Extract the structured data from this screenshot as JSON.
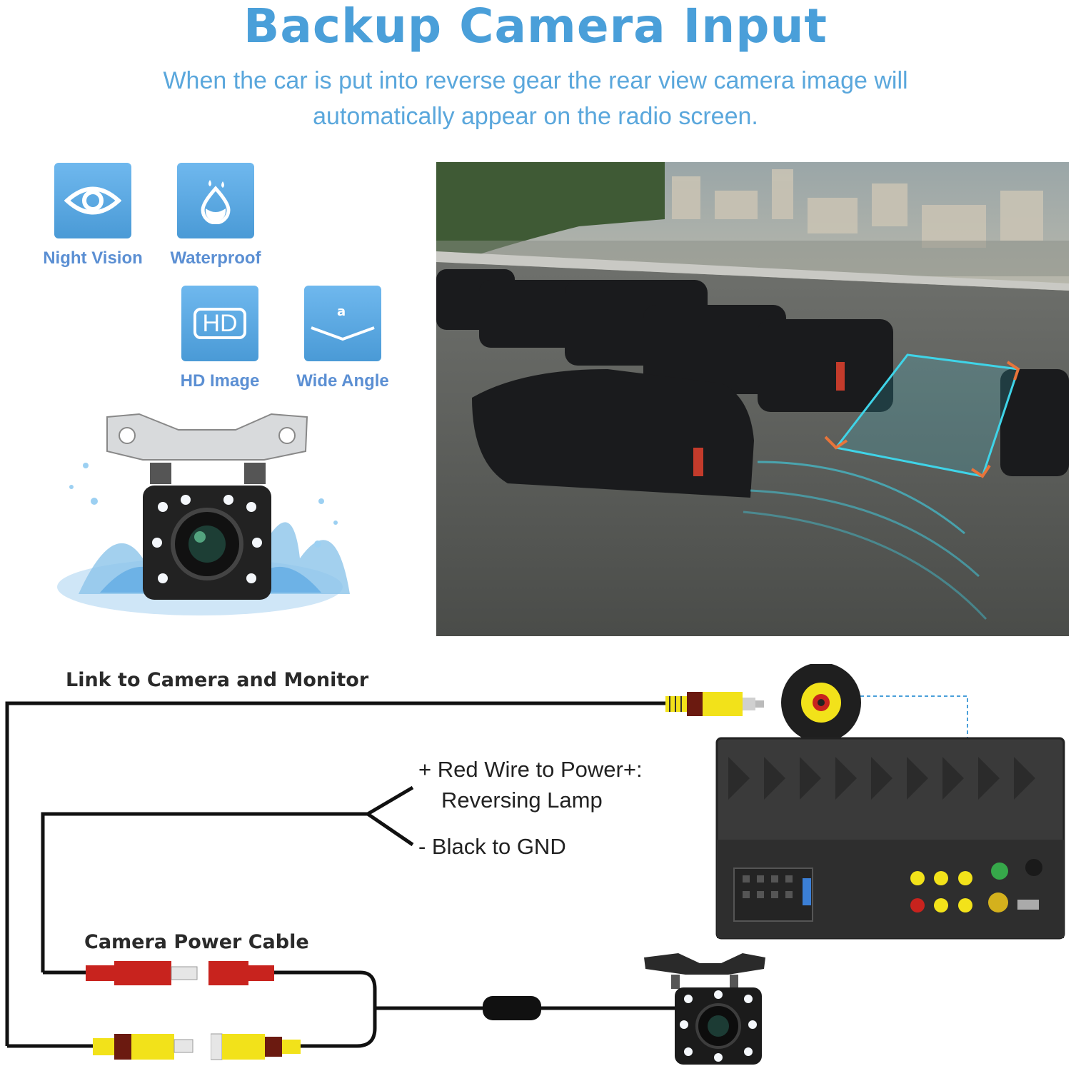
{
  "header": {
    "title": "Backup Camera Input",
    "subtitle_line1": "When the car is put into reverse gear the rear view camera image will",
    "subtitle_line2": "automatically appear on the radio screen."
  },
  "features": [
    {
      "label": "Night Vision",
      "icon": "eye-icon"
    },
    {
      "label": "Waterproof",
      "icon": "water-drop-icon"
    },
    {
      "label": "HD Image",
      "icon": "hd-icon"
    },
    {
      "label": "Wide Angle",
      "icon": "wide-angle-icon"
    }
  ],
  "hd_text": "HD",
  "wide_angle_glyph": "a",
  "wiring": {
    "video_cable_label": "Link to Camera and Monitor",
    "power_cable_label": "Camera Power Cable",
    "red_wire_line1": "+ Red Wire to Power+:",
    "red_wire_line2": "Reversing Lamp",
    "black_wire": "- Black to GND"
  },
  "colors": {
    "title": "#4a9fd9",
    "icon_tile": "#5aa6e2",
    "rca_yellow": "#f2e21a",
    "rca_red": "#c8231e",
    "guide_cyan": "#3fd4e8"
  }
}
